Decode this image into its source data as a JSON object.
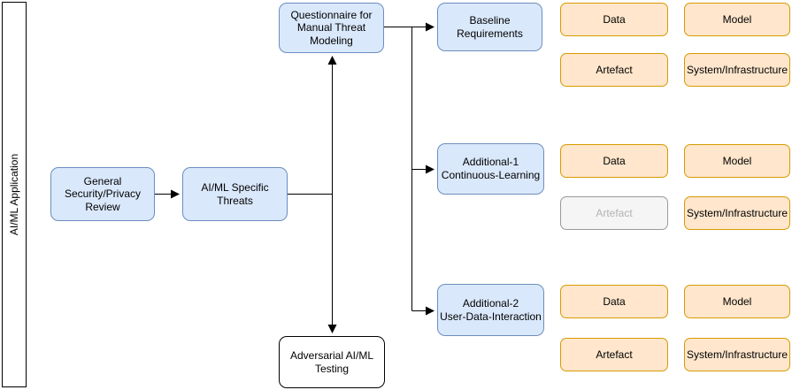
{
  "lane": {
    "label": "AI/ML Application"
  },
  "nodes": {
    "general": {
      "label": "General\nSecurity/Privacy\nReview"
    },
    "threats": {
      "label": "AI/ML Specific\nThreats"
    },
    "questionnaire": {
      "label": "Questionnaire for\nManual Threat\nModeling"
    },
    "baseline": {
      "label": "Baseline\nRequirements"
    },
    "additional1": {
      "label": "Additional-1\nContinuous-Learning"
    },
    "additional2": {
      "label": "Additional-2\nUser-Data-Interaction"
    },
    "adversarial": {
      "label": "Adversarial AI/ML\nTesting"
    }
  },
  "groups": [
    {
      "name": "baseline-requirements-categories",
      "cells": [
        {
          "label": "Data",
          "state": "active"
        },
        {
          "label": "Model",
          "state": "active"
        },
        {
          "label": "Artefact",
          "state": "active"
        },
        {
          "label": "System/Infrastructure",
          "state": "active"
        }
      ]
    },
    {
      "name": "additional1-continuous-learning-categories",
      "cells": [
        {
          "label": "Data",
          "state": "active"
        },
        {
          "label": "Model",
          "state": "active"
        },
        {
          "label": "Artefact",
          "state": "inactive"
        },
        {
          "label": "System/Infrastructure",
          "state": "active"
        }
      ]
    },
    {
      "name": "additional2-user-data-interaction-categories",
      "cells": [
        {
          "label": "Data",
          "state": "active"
        },
        {
          "label": "Model",
          "state": "active"
        },
        {
          "label": "Artefact",
          "state": "active"
        },
        {
          "label": "System/Infrastructure",
          "state": "active"
        }
      ]
    }
  ],
  "colors": {
    "node_blue_fill": "#dae8fc",
    "node_blue_stroke": "#6c8ebf",
    "category_orange_fill": "#ffe6cc",
    "category_orange_stroke": "#d79b00",
    "inactive_gray_fill": "#f5f5f5",
    "inactive_gray_stroke": "#999999",
    "inactive_gray_text": "#b3b3b3",
    "plain_fill": "#ffffff",
    "line_color": "#000000"
  }
}
